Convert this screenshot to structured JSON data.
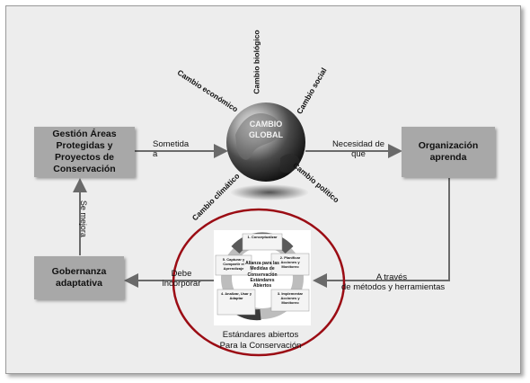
{
  "boxes": {
    "gestion": "Gestión Áreas Protegidas y Proyectos de Conservación",
    "organizacion": "Organización aprenda",
    "gobernanza": "Gobernanza adaptativa"
  },
  "globe": {
    "label_line1": "CAMBIO",
    "label_line2": "GLOBAL"
  },
  "changes": {
    "economico": "Cambio económico",
    "biologico": "Cambio biológico",
    "social": "Cambio social",
    "climatico": "Cambio climático",
    "politico": "Cambio político"
  },
  "arrows": {
    "sometida": "Sometida a",
    "necesidad": "Necesidad de que",
    "se_mejora": "Se mejora",
    "a_traves_1": "A través",
    "a_traves_2": "de métodos y herramientas",
    "debe_1": "Debe",
    "debe_2": "incorporar"
  },
  "standards": {
    "caption_1": "Estándares abiertos",
    "caption_2": "Para la Conservación",
    "center_1": "Alianza para las",
    "center_2": "Medidas de",
    "center_3": "Conservación",
    "center_4": "Estándares",
    "center_5": "Abiertos",
    "step1": "1. Conceptualizar",
    "step2": "2. Planificar Acciones y Monitoreo",
    "step3": "3. Implementar Acciones y Monitoreo",
    "step4": "4. Analizar, Usar y Adaptar",
    "step5": "5. Capturar y Compartir el Aprendizaje"
  }
}
